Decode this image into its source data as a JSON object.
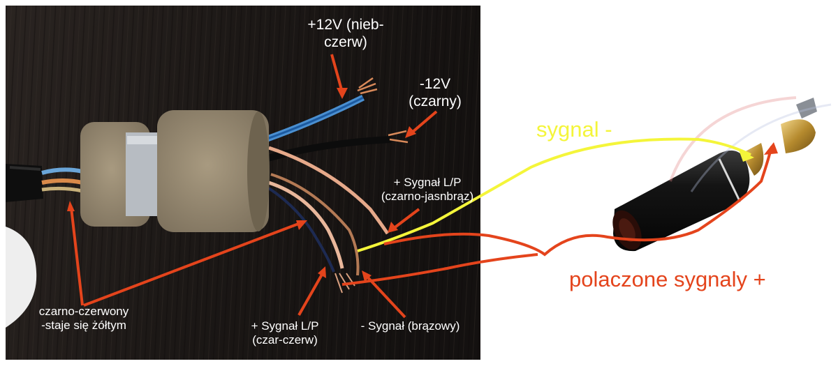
{
  "labels": {
    "plus_12v": [
      "+12V (nieb-",
      "czerw)"
    ],
    "minus_12v": [
      "-12V",
      "(czarny)"
    ],
    "signal_lp_1": [
      "+ Sygnał L/P",
      "(czarno-jasnbrąz)"
    ],
    "signal_lp_2": [
      "+ Sygnał L/P",
      "(czar-czerw)"
    ],
    "signal_minus_brown": "- Sygnał (brązowy)",
    "black_red": [
      "czarno-czerwony",
      "-staje się żółtym"
    ],
    "sygnal_minus": "sygnal -",
    "polaczone": "polaczone sygnaly +"
  },
  "colors": {
    "annotation_red": "#e4441c",
    "annotation_yellow": "#f4f53a",
    "background_dark": "#1b1715",
    "label_white": "#ffffff"
  }
}
